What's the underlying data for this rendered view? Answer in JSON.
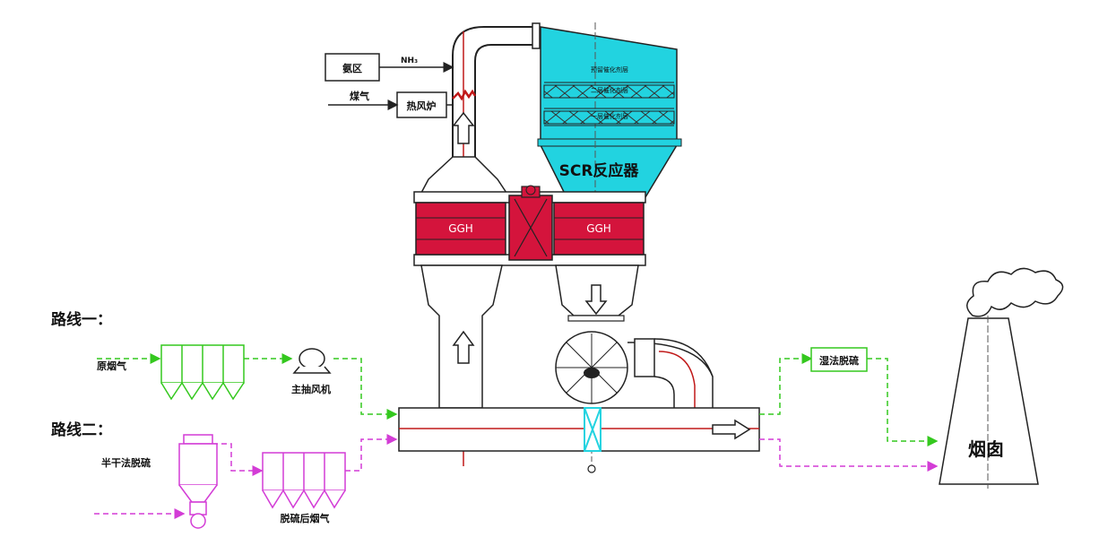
{
  "labels": {
    "ammonia_zone": "氨区",
    "nh3": "NH₃",
    "gas": "煤气",
    "hot_air_furnace": "热风炉",
    "catalyst_layer_3": "预留催化剂层",
    "catalyst_layer_2": "二层催化剂层",
    "catalyst_layer_1": "一层催化剂层",
    "scr_reactor": "SCR反应器",
    "ggh_left": "GGH",
    "ggh_right": "GGH",
    "route_one": "路线一：",
    "route_two": "路线二：",
    "raw_flue_gas": "原烟气",
    "main_fan": "主抽风机",
    "semi_dry_desulfurization": "半干法脱硫",
    "desulfurized_flue_gas": "脱硫后烟气",
    "wet_desulfurization": "湿法脱硫",
    "chimney": "烟囱"
  },
  "colors": {
    "scr": "#22d3e0",
    "ggh": "#d4143c",
    "route_one_line": "#34c81e",
    "route_two_line": "#d33cd6",
    "hot_line": "#c01818",
    "structure": "#222222"
  }
}
